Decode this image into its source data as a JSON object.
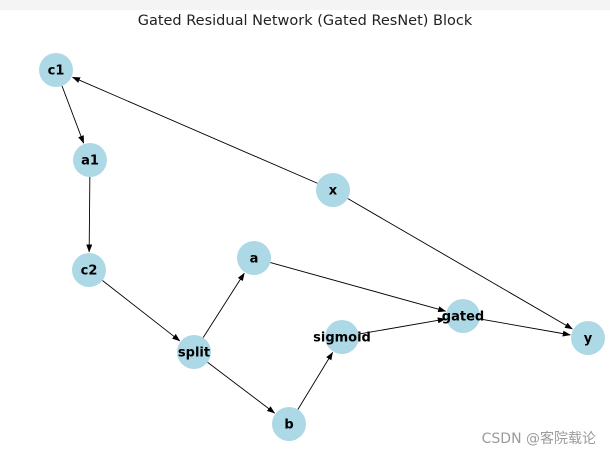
{
  "title": "Gated Residual Network (Gated ResNet) Block",
  "watermark": "CSDN @客院载论",
  "colors": {
    "node_fill": "#add8e6",
    "edge": "#000000",
    "label": "#000000",
    "title": "#222222"
  },
  "graph": {
    "nodes": [
      {
        "id": "c1",
        "label": "c1"
      },
      {
        "id": "a1",
        "label": "a1"
      },
      {
        "id": "c2",
        "label": "c2"
      },
      {
        "id": "split",
        "label": "split"
      },
      {
        "id": "a",
        "label": "a"
      },
      {
        "id": "b",
        "label": "b"
      },
      {
        "id": "sigmoid",
        "label": "sigmoid"
      },
      {
        "id": "gated",
        "label": "gated"
      },
      {
        "id": "x",
        "label": "x"
      },
      {
        "id": "y",
        "label": "y"
      }
    ],
    "edges": [
      {
        "from": "x",
        "to": "c1"
      },
      {
        "from": "c1",
        "to": "a1"
      },
      {
        "from": "a1",
        "to": "c2"
      },
      {
        "from": "c2",
        "to": "split"
      },
      {
        "from": "split",
        "to": "a"
      },
      {
        "from": "split",
        "to": "b"
      },
      {
        "from": "b",
        "to": "sigmoid"
      },
      {
        "from": "a",
        "to": "gated"
      },
      {
        "from": "sigmoid",
        "to": "gated"
      },
      {
        "from": "gated",
        "to": "y"
      },
      {
        "from": "x",
        "to": "y"
      }
    ]
  }
}
